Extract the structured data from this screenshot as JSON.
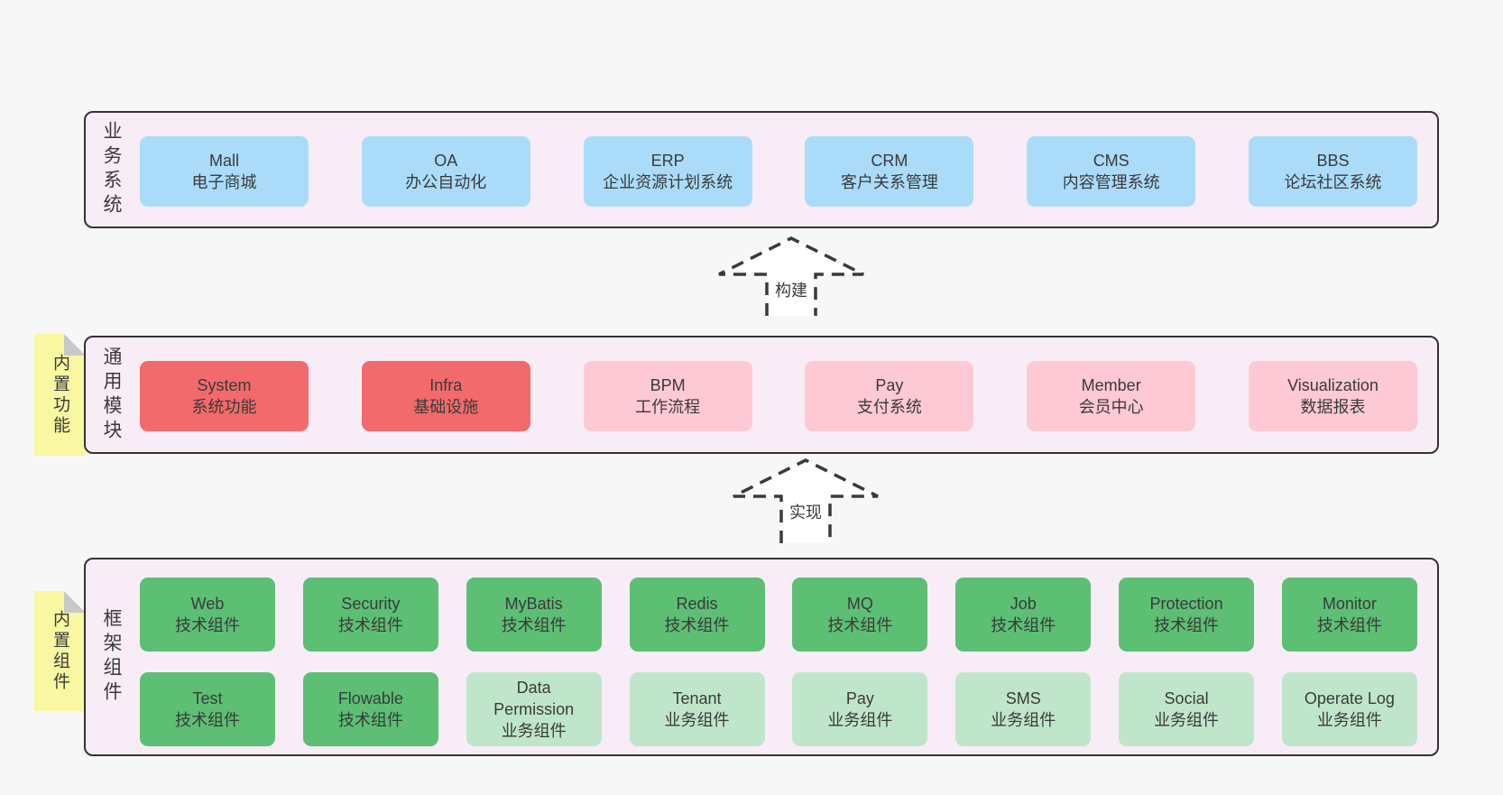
{
  "arrows": [
    {
      "label": "构建"
    },
    {
      "label": "实现"
    }
  ],
  "bands": [
    {
      "label": "业务系统",
      "boxes": [
        {
          "en": "Mall",
          "zh": "电子商城"
        },
        {
          "en": "OA",
          "zh": "办公自动化"
        },
        {
          "en": "ERP",
          "zh": "企业资源计划系统"
        },
        {
          "en": "CRM",
          "zh": "客户关系管理"
        },
        {
          "en": "CMS",
          "zh": "内容管理系统"
        },
        {
          "en": "BBS",
          "zh": "论坛社区系统"
        }
      ]
    },
    {
      "sticky": "内置功能",
      "label": "通用模块",
      "boxes": [
        {
          "en": "System",
          "zh": "系统功能"
        },
        {
          "en": "Infra",
          "zh": "基础设施"
        },
        {
          "en": "BPM",
          "zh": "工作流程"
        },
        {
          "en": "Pay",
          "zh": "支付系统"
        },
        {
          "en": "Member",
          "zh": "会员中心"
        },
        {
          "en": "Visualization",
          "zh": "数据报表"
        }
      ]
    },
    {
      "sticky": "内置组件",
      "label": "框架组件",
      "rows": [
        [
          {
            "en": "Web",
            "zh": "技术组件"
          },
          {
            "en": "Security",
            "zh": "技术组件"
          },
          {
            "en": "MyBatis",
            "zh": "技术组件"
          },
          {
            "en": "Redis",
            "zh": "技术组件"
          },
          {
            "en": "MQ",
            "zh": "技术组件"
          },
          {
            "en": "Job",
            "zh": "技术组件"
          },
          {
            "en": "Protection",
            "zh": "技术组件"
          },
          {
            "en": "Monitor",
            "zh": "技术组件"
          }
        ],
        [
          {
            "en": "Test",
            "zh": "技术组件"
          },
          {
            "en": "Flowable",
            "zh": "技术组件"
          },
          {
            "en": "Data Permission",
            "zh": "业务组件"
          },
          {
            "en": "Tenant",
            "zh": "业务组件"
          },
          {
            "en": "Pay",
            "zh": "业务组件"
          },
          {
            "en": "SMS",
            "zh": "业务组件"
          },
          {
            "en": "Social",
            "zh": "业务组件"
          },
          {
            "en": "Operate Log",
            "zh": "业务组件"
          }
        ]
      ]
    }
  ],
  "colors": {
    "background": "#f7f7f7",
    "band_fill": "#f8edf6",
    "band_border": "#333333",
    "box_blue": "#aadcf9",
    "box_red": "#f26a6b",
    "box_pink": "#fdc9d4",
    "box_green_dark": "#5cbf74",
    "box_green_light": "#bfe6ca",
    "sticky_yellow": "#f9f7a1",
    "sticky_fold": "#c8c8c8",
    "text": "#3a3a3a"
  }
}
